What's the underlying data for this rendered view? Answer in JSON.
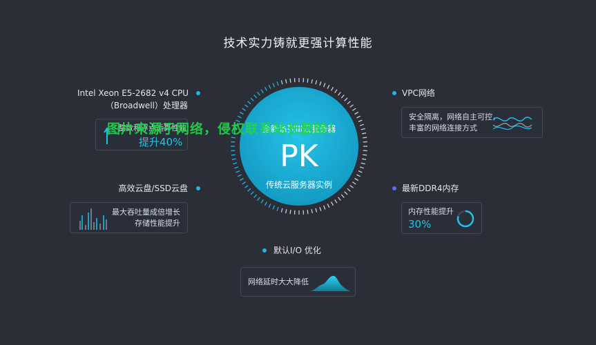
{
  "title": "技术实力铸就更强计算性能",
  "center": {
    "top_text": "全新系列III云服务器",
    "main_text": "PK",
    "bottom_text": "传统云服务器实例"
  },
  "features": {
    "cpu": {
      "label_line1": "Intel Xeon E5-2682 v4 CPU",
      "label_line2": "（Broadwell）处理器",
      "card_text": "整数和浮点运算性能",
      "card_value": "提升40%"
    },
    "disk": {
      "label": "高效云盘/SSD云盘",
      "card_line1": "最大吞吐量成倍增长",
      "card_line2": "存储性能提升"
    },
    "io": {
      "label": "默认I/O 优化",
      "card_text": "网络延时大大降低"
    },
    "vpc": {
      "label": "VPC网络",
      "card_line1": "安全隔离，网络自主可控，",
      "card_line2": "丰富的网络连接方式"
    },
    "ddr4": {
      "label": "最新DDR4内存",
      "card_text": "内存性能提升",
      "card_value": "30%"
    }
  },
  "watermark": "图片来源于网络，侵权联系站长删除！",
  "colors": {
    "background": "#2b2e36",
    "accent": "#1bb7e6",
    "circle": "#19a9cf",
    "watermark": "#1fd64a",
    "ddr4_dot": "#5a6cf0"
  }
}
